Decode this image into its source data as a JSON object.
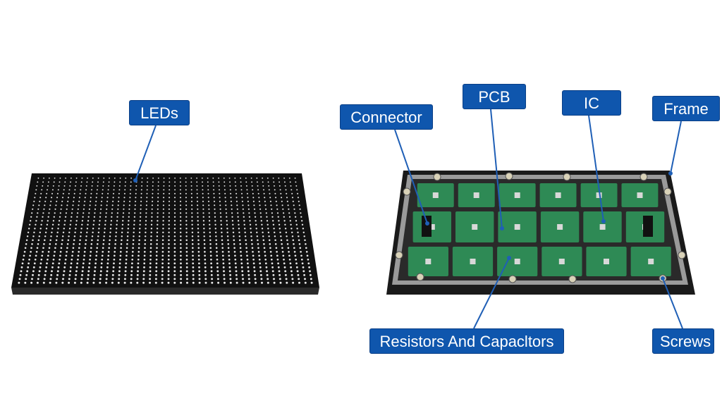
{
  "labels": {
    "leds": "LEDs",
    "connector": "Connector",
    "pcb": "PCB",
    "ic": "IC",
    "frame": "Frame",
    "resistors": "Resistors And Capacltors",
    "screws": "Screws"
  },
  "colors": {
    "label_fill": "#0f56ad",
    "label_text": "#ffffff",
    "leader_line": "#1f5fb6",
    "led_panel": "#111111",
    "led_dot": "#e8e8e8",
    "pcb_green": "#2e8a55",
    "frame_black": "#1a1a1a",
    "frame_silver": "#9a9a9a"
  }
}
